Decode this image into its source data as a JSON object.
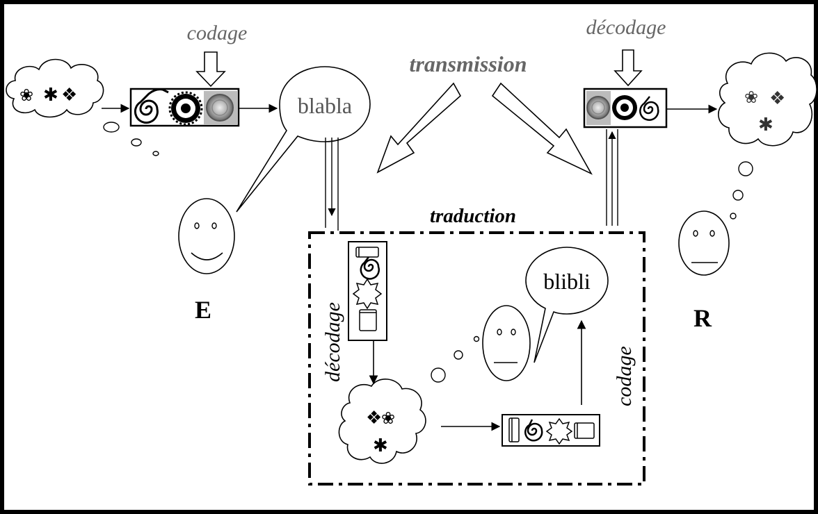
{
  "labels": {
    "codage_top": "codage",
    "decodage_top": "décodage",
    "transmission": "transmission",
    "blabla": "blabla",
    "blibli": "blibli",
    "traduction": "traduction",
    "decodage_side": "décodage",
    "codage_side": "codage",
    "emitter": "E",
    "receiver": "R"
  },
  "symbols": {
    "flower": "❀",
    "star": "✱",
    "diamond": "❖"
  },
  "colors": {
    "line": "#000000",
    "label_gray": "#666666"
  }
}
